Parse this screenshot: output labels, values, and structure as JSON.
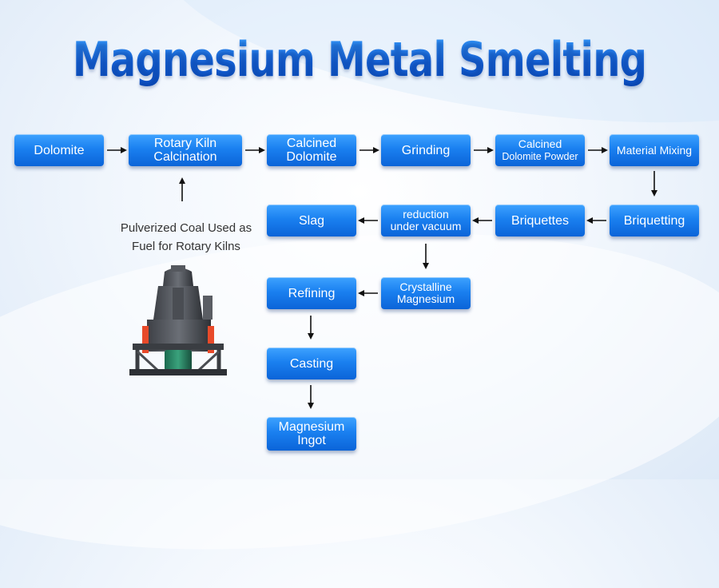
{
  "title": "Magnesium Metal Smelting",
  "boxes": {
    "dolomite": "Dolomite",
    "rotary_kiln": [
      "Rotary Kiln",
      "Calcination"
    ],
    "calcined_dolomite": [
      "Calcined",
      "Dolomite"
    ],
    "grinding": "Grinding",
    "calcined_powder": [
      "Calcined",
      "Dolomite Powder"
    ],
    "material_mixing": "Material Mixing",
    "briquetting": "Briquetting",
    "briquettes": "Briquettes",
    "reduction": [
      "reduction",
      "under vacuum"
    ],
    "slag": "Slag",
    "crystalline": [
      "Crystalline",
      "Magnesium"
    ],
    "refining": "Refining",
    "casting": "Casting",
    "ingot": [
      "Magnesium",
      "Ingot"
    ]
  },
  "note": [
    "Pulverized Coal Used as",
    "Fuel for Rotary Kilns"
  ],
  "colors": {
    "box_top": "#3ea3ff",
    "box_bottom": "#0b64d8",
    "title": "#1b6fe0",
    "arrow": "#111111"
  },
  "icons": {
    "machine": "vertical-roller-mill-icon"
  }
}
